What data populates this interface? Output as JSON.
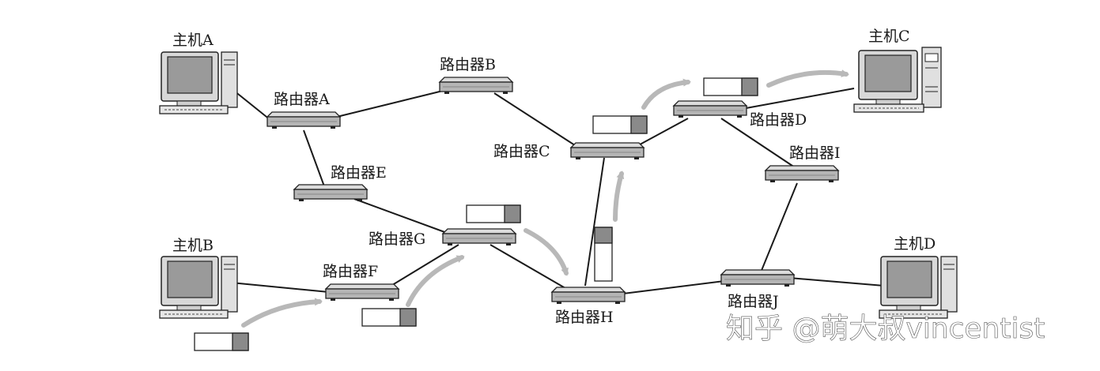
{
  "hosts": [
    {
      "id": "A",
      "label": "主机A"
    },
    {
      "id": "B",
      "label": "主机B"
    },
    {
      "id": "C",
      "label": "主机C"
    },
    {
      "id": "D",
      "label": "主机D"
    }
  ],
  "routers": [
    {
      "id": "A",
      "label": "路由器A"
    },
    {
      "id": "B",
      "label": "路由器B"
    },
    {
      "id": "C",
      "label": "路由器C"
    },
    {
      "id": "D",
      "label": "路由器D"
    },
    {
      "id": "E",
      "label": "路由器E"
    },
    {
      "id": "F",
      "label": "路由器F"
    },
    {
      "id": "G",
      "label": "路由器G"
    },
    {
      "id": "H",
      "label": "路由器H"
    },
    {
      "id": "I",
      "label": "路由器I"
    },
    {
      "id": "J",
      "label": "路由器J"
    }
  ],
  "links": [
    [
      "host-A",
      "router-A"
    ],
    [
      "router-A",
      "router-B"
    ],
    [
      "router-B",
      "router-C"
    ],
    [
      "router-A",
      "router-E"
    ],
    [
      "router-E",
      "router-G"
    ],
    [
      "router-F",
      "router-G"
    ],
    [
      "host-B",
      "router-F"
    ],
    [
      "router-G",
      "router-H"
    ],
    [
      "router-H",
      "router-C"
    ],
    [
      "router-C",
      "router-D"
    ],
    [
      "router-D",
      "host-C"
    ],
    [
      "router-D",
      "router-I"
    ],
    [
      "router-I",
      "router-J"
    ],
    [
      "router-H",
      "router-J"
    ],
    [
      "router-J",
      "host-D"
    ]
  ],
  "packet_path": [
    "host-B",
    "router-F",
    "router-G",
    "router-H",
    "router-C",
    "router-D",
    "host-C"
  ],
  "colors": {
    "line": "#1a1a1a",
    "arrow": "#b8b8b8",
    "packet_tag": "#8a8a8a",
    "device": "#bdbdbd"
  },
  "watermark": "知乎 @萌大叔vincentist"
}
